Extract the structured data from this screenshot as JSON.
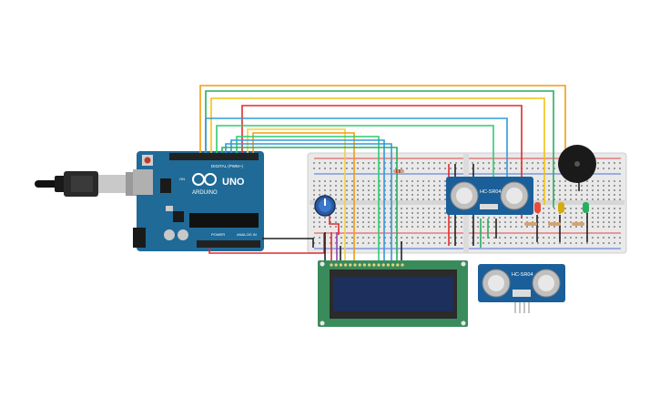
{
  "arduino": {
    "brand": "UNO",
    "logo": "ARDUINO",
    "digital_label": "DIGITAL (PWM~)",
    "power_label": "POWER",
    "analog_label": "ANALOG IN",
    "on_label": "ON"
  },
  "ultrasonic_top": {
    "label": "HC-SR04"
  },
  "ultrasonic_bottom": {
    "label": "HC-SR04"
  },
  "colors": {
    "arduino_board": "#1f6a97",
    "breadboard": "#e9e9e9",
    "lcd_pcb": "#3a8b5b",
    "lcd_screen": "#1d2f5c",
    "sensor_pcb": "#1a5f9a",
    "wire_orange": "#f39c12",
    "wire_yellow": "#f4d03f",
    "wire_green": "#2ecc71",
    "wire_blue": "#3498db",
    "wire_red": "#e02c2c",
    "wire_black": "#222222"
  },
  "icons": [
    "usb-plug-icon",
    "potentiometer-icon",
    "buzzer-icon",
    "led-red-icon",
    "led-yellow-icon",
    "led-green-icon",
    "resistor-icon"
  ]
}
